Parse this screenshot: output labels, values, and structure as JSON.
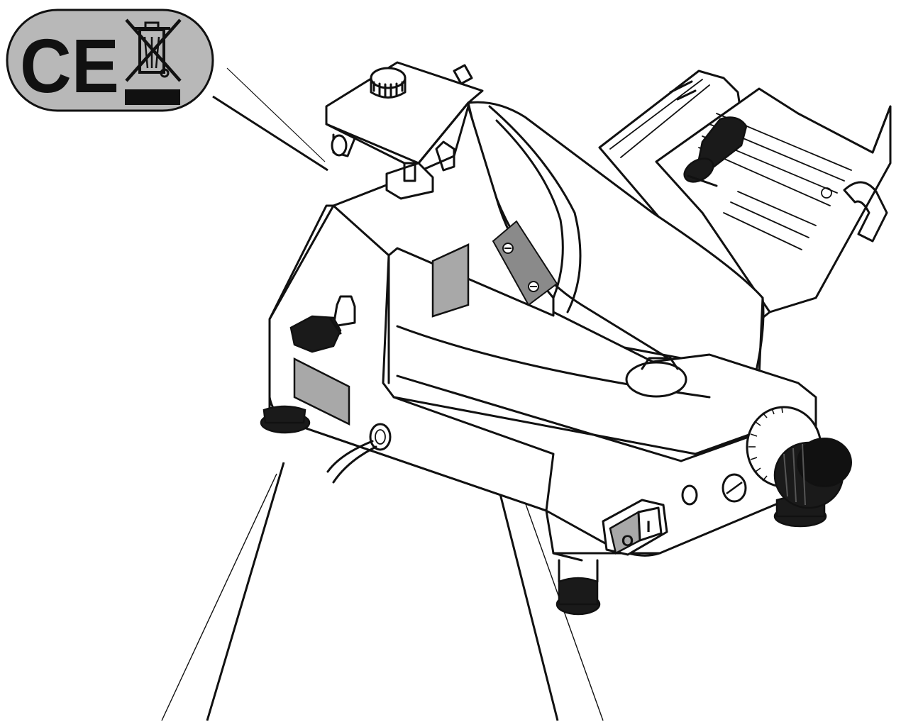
{
  "callout_badge": {
    "ce_mark": "CE",
    "weee_symbol": "crossed-out-wheelie-bin-icon",
    "background_color": "#b8b8b8"
  },
  "power_switch": {
    "off_label": "O",
    "on_label": "I"
  },
  "colors": {
    "line": "#111111",
    "label_plate": "#a8a8a8",
    "rubber": "#1a1a1a"
  }
}
